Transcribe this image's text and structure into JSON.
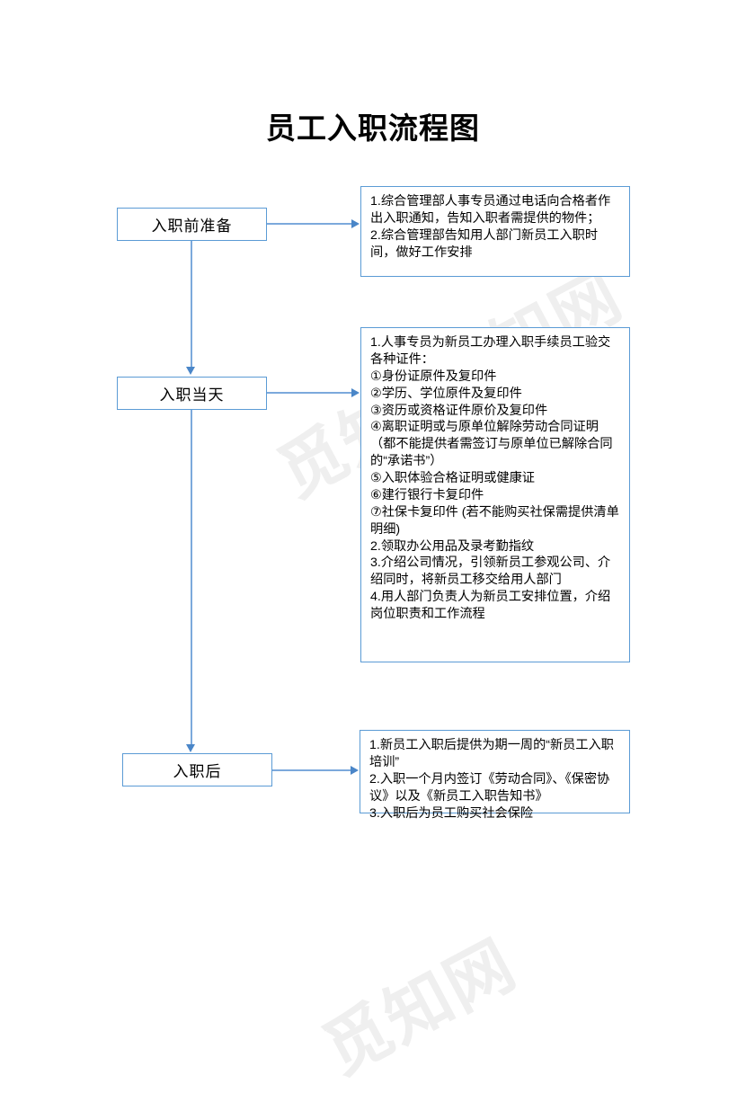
{
  "document": {
    "title": "员工入职流程图"
  },
  "watermarks": [
    {
      "text": "觅知网"
    },
    {
      "text": "觅知网"
    },
    {
      "text": "觅知网"
    }
  ],
  "flow": {
    "stages": [
      {
        "id": "pre-onboarding",
        "label": "入职前准备",
        "detail": "1.综合管理部人事专员通过电话向合格者作出入职通知，告知入职者需提供的物件；\n2.综合管理部告知用人部门新员工入职时间，做好工作安排"
      },
      {
        "id": "onboarding-day",
        "label": "入职当天",
        "detail": "1.人事专员为新员工办理入职手续员工验交各种证件：\n①身份证原件及复印件\n②学历、学位原件及复印件\n③资历或资格证件原价及复印件\n④离职证明或与原单位解除劳动合同证明\n（都不能提供者需签订与原单位已解除合同的“承诺书”）\n⑤入职体验合格证明或健康证\n⑥建行银行卡复印件\n⑦社保卡复印件 (若不能购买社保需提供清单明细)\n2.领取办公用品及录考勤指纹\n3.介绍公司情况，引领新员工参观公司、介绍同时，将新员工移交给用人部门\n4.用人部门负责人为新员工安排位置，介绍岗位职责和工作流程"
      },
      {
        "id": "post-onboarding",
        "label": "入职后",
        "detail": "1.新员工入职后提供为期一周的“新员工入职培训”\n2.入职一个月内签订《劳动合同》、《保密协议》以及《新员工入职告知书》\n3.入职后为员工购买社会保险"
      }
    ]
  },
  "style": {
    "box_border_color": "#5B9BD5",
    "connector_color": "#7CA9DC",
    "arrow_color": "#4A86C8",
    "text_color": "#000000",
    "background_color": "#FFFFFF"
  }
}
